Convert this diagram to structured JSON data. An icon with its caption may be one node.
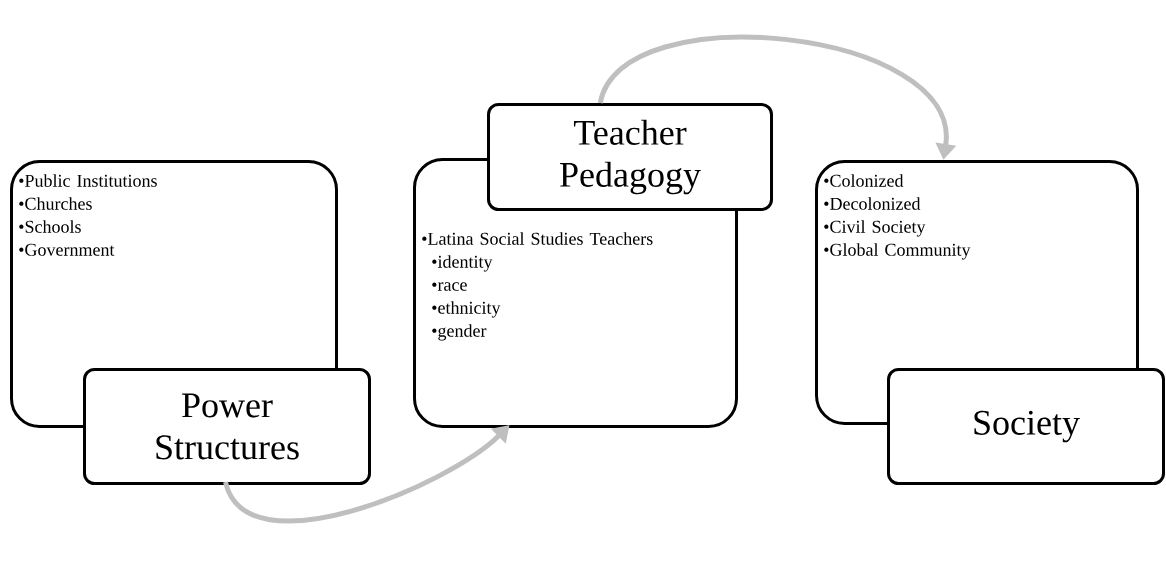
{
  "diagram": {
    "nodes": [
      {
        "text": [
          "•Public Institutions",
          "•Churches",
          "•Schools",
          "•Government"
        ]
      },
      {
        "text": [
          "Power Structures"
        ]
      },
      {
        "text": [
          "Teacher Pedagogy"
        ]
      },
      {
        "text": [
          "•Latina Social Studies Teachers",
          "•identity",
          "•race",
          "•ethnicity",
          "•gender"
        ]
      },
      {
        "text": [
          "•Colonized",
          "•Decolonized",
          "•Civil Society",
          "•Global Community"
        ]
      },
      {
        "text": [
          "Society"
        ]
      }
    ],
    "edges": [
      {
        "from": 1,
        "to": 3,
        "arrow": "to"
      },
      {
        "from": 2,
        "to": 4,
        "arrow": "to"
      }
    ]
  }
}
